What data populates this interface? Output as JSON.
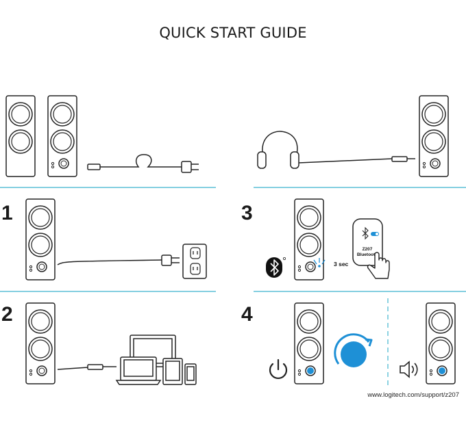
{
  "guide": {
    "title": "QUICK START GUIDE",
    "support_url": "www.logitech.com/support/z207"
  },
  "steps": [
    {
      "number": "1"
    },
    {
      "number": "2"
    },
    {
      "number": "3",
      "hold_time": "3 sec",
      "phone_line1": "Z207",
      "phone_line2": "Bluetooth"
    },
    {
      "number": "4"
    }
  ],
  "colors": {
    "accent_blue": "#1e90d6",
    "divider": "#5bbfd6",
    "line": "#222222"
  },
  "icons": [
    "bluetooth-icon",
    "power-icon",
    "volume-icon",
    "volume-knob-icon",
    "hand-press-icon",
    "power-outlet-icon",
    "headphones-icon"
  ]
}
